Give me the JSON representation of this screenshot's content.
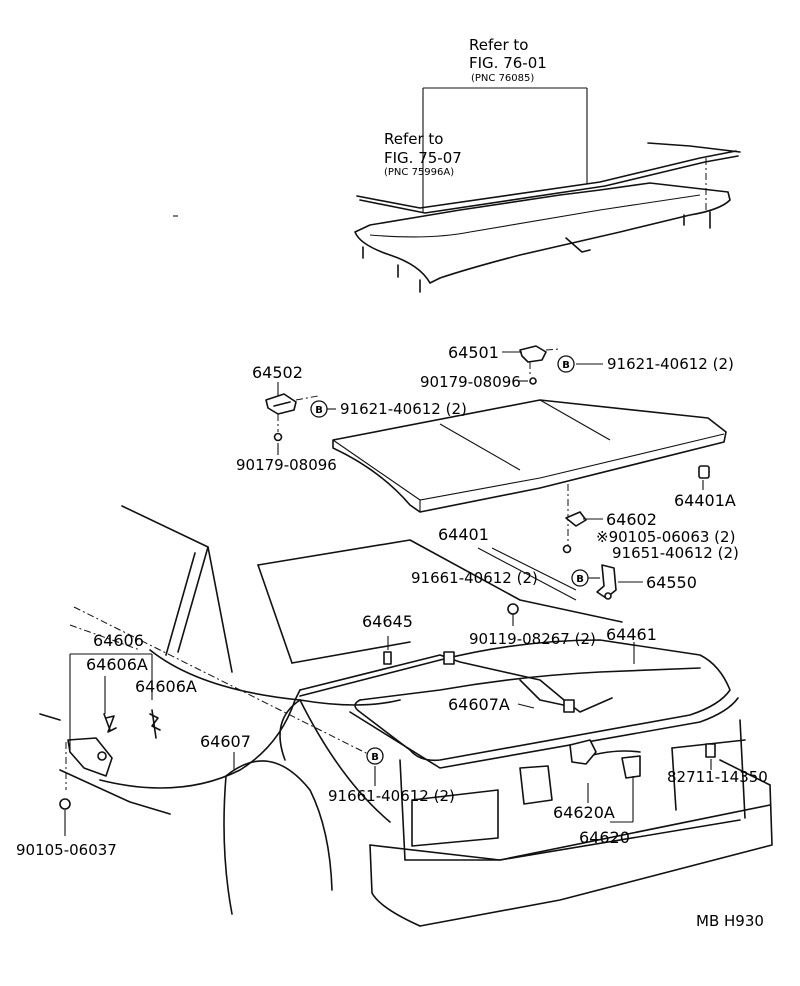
{
  "refs": {
    "ref1": {
      "line1": "Refer to",
      "line2": "FIG. 76-01",
      "line3": "(PNC 76085)"
    },
    "ref2": {
      "line1": "Refer to",
      "line2": "FIG. 75-07",
      "line3": "(PNC 75996A)"
    }
  },
  "bolt_badge": "B",
  "parts": {
    "p64501": "64501",
    "p91621_a": "91621-40612 (2)",
    "p90179_a": "90179-08096",
    "p64502": "64502",
    "p91621_b": "91621-40612 (2)",
    "p90179_b": "90179-08096",
    "p64401A": "64401A",
    "p64401": "64401",
    "p64602": "64602",
    "p90105_06063": "※90105-06063 (2)",
    "p91651": "91651-40612 (2)",
    "p91661_a": "91661-40612 (2)",
    "p64550": "64550",
    "p64645": "64645",
    "p90119": "90119-08267 (2)",
    "p64461": "64461",
    "p64606": "64606",
    "p64606A_1": "64606A",
    "p64606A_2": "64606A",
    "p64607A": "64607A",
    "p64607": "64607",
    "p91661_b": "91661-40612 (2)",
    "p82711": "82711-14350",
    "p64620A": "64620A",
    "p64620": "64620",
    "p90105_06037": "90105-06037"
  },
  "footer_code": "MB  H930"
}
